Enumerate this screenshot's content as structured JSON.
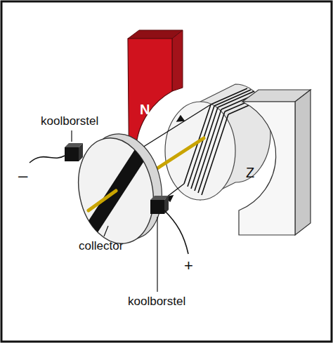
{
  "diagram": {
    "labels": [
      "koolborstel",
      "N",
      "Z",
      "collector",
      "koolborstel",
      "–",
      "+"
    ]
  }
}
